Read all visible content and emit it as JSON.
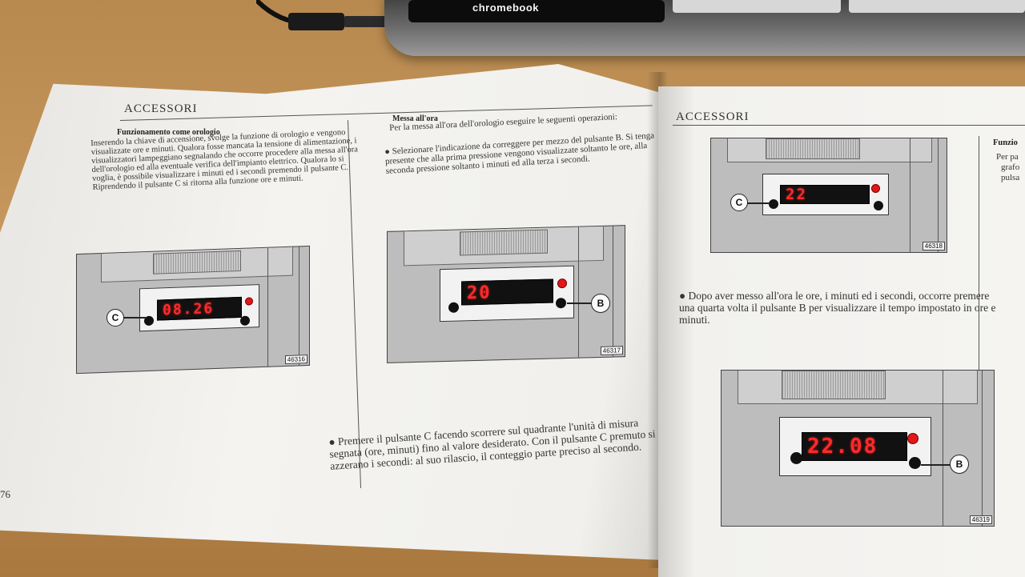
{
  "laptop": {
    "brand": "chromebook"
  },
  "left_page": {
    "section_title": "ACCESSORI",
    "col1": {
      "heading": "Funzionamento come orologio",
      "paragraph": "Inserendo la chiave di accensione, svolge la funzione di orologio e vengono visualizzate ore e minuti. Qualora fosse mancata la tensione di alimentazione, i visualizzatori lampeggiano segnalando che occorre procedere alla messa all'ora dell'orologio ed alla eventuale verifica dell'impianto elettrico. Qualora lo si voglia, è possibile visualizzare i minuti ed i secondi premendo il pulsante C. Riprendendo il pulsante C si ritorna alla funzione ore e minuti.",
      "figure": {
        "display": "08.26",
        "callout": "C",
        "number": "46316"
      }
    },
    "col2": {
      "heading": "Messa all'ora",
      "intro": "Per la messa all'ora dell'orologio eseguire le seguenti operazioni:",
      "bullet1": "● Selezionare l'indicazione da correggere per mezzo del pulsante B. Si tenga presente che alla prima pressione vengono visualizzate soltanto le ore, alla seconda pressione soltanto i minuti ed alla terza i secondi.",
      "figure": {
        "display": "20",
        "callout": "B",
        "number": "46317"
      },
      "bullet2": "● Premere il pulsante C facendo scorrere sul quadrante l'unità di misura segnata (ore, minuti) fino al valore desiderato. Con il pulsante C premuto si azzerano i secondi: al suo rilascio, il conteggio parte preciso al secondo."
    },
    "page_number": "76"
  },
  "right_page": {
    "section_title": "ACCESSORI",
    "figure_top": {
      "display": "22",
      "callout": "C",
      "number": "46318"
    },
    "bullet": "● Dopo aver messo all'ora le ore, i minuti ed i secondi, occorre premere una quarta volta il pulsante B per visualizzare il tempo impostato in ore e minuti.",
    "figure_bottom": {
      "display": "22.08",
      "callout": "B",
      "number": "46319"
    },
    "side_col": {
      "heading": "Funzio",
      "lines": [
        "Per pa",
        "grafo",
        "pulsa"
      ]
    }
  }
}
